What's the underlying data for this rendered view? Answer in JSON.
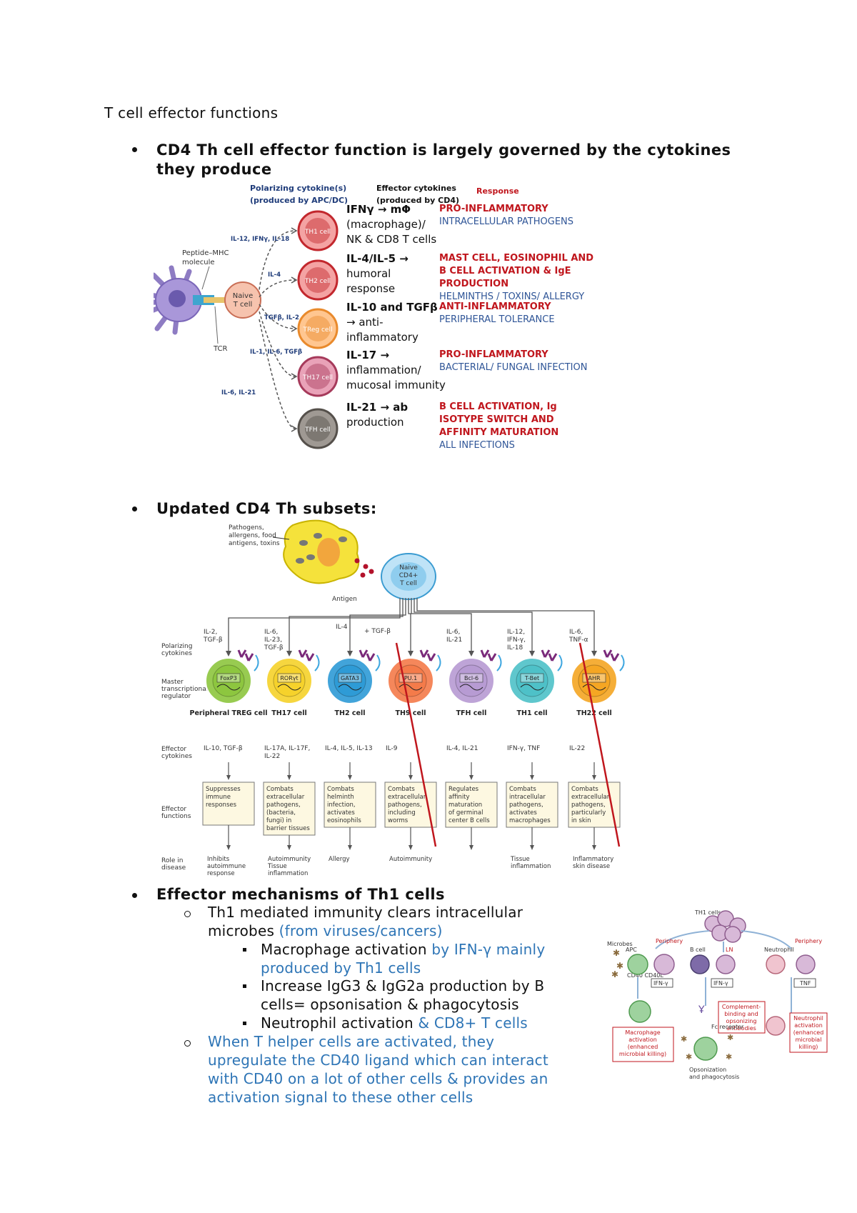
{
  "page_title": "T cell effector functions",
  "bullets": {
    "b1": "CD4 Th cell effector function is largely governed by the cytokines they produce",
    "b1_line1": "CD4 Th cell effector function is largely governed by the cytokines",
    "b1_line2": "they produce",
    "b2": "Updated CD4 Th subsets:",
    "b3": "Effector mechanisms of Th1 cells"
  },
  "th1": {
    "item1_black_l1": "Th1 mediated immunity clears intracellular",
    "item1_black_l2": "microbes ",
    "item1_blue": "(from viruses/cancers)",
    "sub1_black": "Macrophage activation ",
    "sub1_blue_l1": "by IFN-γ mainly",
    "sub1_blue_l2": "produced by Th1 cells",
    "sub2_l1": "Increase IgG3 & IgG2a production by B",
    "sub2_l2": "cells= opsonisation & phagocytosis",
    "sub3_black": "Neutrophil activation ",
    "sub3_blue": "& CD8+ T cells",
    "item2_l1": "When T helper cells are activated, they",
    "item2_l2": "upregulate the CD40 ligand which can interact",
    "item2_l3": "with CD40 on a lot of other cells & provides an",
    "item2_l4": "activation signal to these other cells"
  },
  "figure1": {
    "col_polarizing_l1": "Polarizing cytokine(s)",
    "col_polarizing_l2": "(produced by APC/DC)",
    "col_effector_l1": "Effector cytokines",
    "col_effector_l2": "(produced by CD4)",
    "col_response": "Response",
    "apc_label_l1": "Peptide–MHC",
    "apc_label_l2": "molecule",
    "tcr_label": "TCR",
    "naive_l1": "Naive",
    "naive_l2": "T cell",
    "rows": [
      {
        "cell": "TH1 cell",
        "polarizing": "IL-12, IFNγ, IL-18",
        "effector": [
          "IFNγ → mΦ",
          "(macrophage)/",
          "NK & CD8 T cells"
        ],
        "response_red": [
          "PRO-INFLAMMATORY"
        ],
        "response_blue": [
          "INTRACELLULAR PATHOGENS"
        ]
      },
      {
        "cell": "TH2 cell",
        "polarizing": "IL-4",
        "effector": [
          "IL-4/IL-5 →",
          "humoral",
          "response"
        ],
        "response_red": [
          "MAST CELL, EOSINOPHIL AND",
          "B CELL ACTIVATION & IgE",
          "PRODUCTION"
        ],
        "response_blue": [
          "HELMINTHS / TOXINS/ ALLERGY"
        ]
      },
      {
        "cell": "TReg cell",
        "polarizing": "TGFβ, IL-2",
        "effector": [
          "IL-10 and TGFβ",
          "→ anti-",
          "inflammatory"
        ],
        "response_red": [
          "ANTI-INFLAMMATORY"
        ],
        "response_blue": [
          "PERIPHERAL TOLERANCE"
        ]
      },
      {
        "cell": "TH17 cell",
        "polarizing": "IL-1, IL-6, TGFβ",
        "effector": [
          "IL-17 →",
          "inflammation/",
          "mucosal immunity"
        ],
        "response_red": [
          "PRO-INFLAMMATORY"
        ],
        "response_blue": [
          "BACTERIAL/ FUNGAL INFECTION"
        ]
      },
      {
        "cell": "TFH cell",
        "polarizing": "IL-6, IL-21",
        "effector": [
          "IL-21 → ab",
          "production"
        ],
        "response_red": [
          "B CELL ACTIVATION, Ig",
          "ISOTYPE SWITCH AND",
          "AFFINITY MATURATION"
        ],
        "response_blue": [
          "ALL INFECTIONS"
        ]
      }
    ],
    "colors": {
      "red": "#c0161d",
      "blue": "#2f5597",
      "navy": "#1f3c7a"
    }
  },
  "figure2": {
    "pathogens_l1": "Pathogens,",
    "pathogens_l2": "allergens, food",
    "pathogens_l3": "antigens, toxins",
    "antigen": "Antigen",
    "naive_l1": "Naive",
    "naive_l2": "CD4+",
    "naive_l3": "T cell",
    "row_labels": {
      "polarizing": [
        "Polarizing",
        "cytokines"
      ],
      "master": [
        "Master",
        "transcriptional",
        "regulator"
      ],
      "effector_cyt": [
        "Effector",
        "cytokines"
      ],
      "effector_fn": [
        "Effector",
        "functions"
      ],
      "role": [
        "Role in",
        "disease"
      ]
    },
    "tgf_note": "+ TGF-β",
    "il4_note": "IL-4",
    "subsets": [
      {
        "name": "Peripheral TREG cell",
        "color": "#8dc63f",
        "tf": "FoxP3",
        "polarizing": [
          "IL-2,",
          "TGF-β"
        ],
        "cytokines": [
          "IL-10, TGF-β"
        ],
        "function": [
          "Suppresses",
          "immune",
          "responses"
        ],
        "disease": [
          "Inhibits",
          "autoimmune",
          "response"
        ],
        "crossed": false
      },
      {
        "name": "TH17 cell",
        "color": "#f6d22b",
        "tf": "RORγt",
        "polarizing": [
          "IL-6,",
          "IL-23,",
          "TGF-β"
        ],
        "cytokines": [
          "IL-17A, IL-17F,",
          "IL-22"
        ],
        "function": [
          "Combats",
          "extracellular",
          "pathogens,",
          "(bacteria,",
          "fungi) in",
          "barrier tissues"
        ],
        "disease": [
          "Autoimmunity",
          "Tissue",
          "inflammation"
        ],
        "crossed": false
      },
      {
        "name": "TH2 cell",
        "color": "#2e9bd6",
        "tf": "GATA3",
        "polarizing": [],
        "cytokines": [
          "IL-4, IL-5, IL-13"
        ],
        "function": [
          "Combats",
          "helminth",
          "infection,",
          "activates",
          "eosinophils"
        ],
        "disease": [
          "Allergy"
        ],
        "crossed": false
      },
      {
        "name": "TH9 cell",
        "color": "#f47b4a",
        "tf": "PU.1",
        "polarizing": [],
        "cytokines": [
          "IL-9"
        ],
        "function": [
          "Combats",
          "extracellular",
          "pathogens,",
          "including",
          "worms"
        ],
        "disease": [
          "Autoimmunity"
        ],
        "crossed": true
      },
      {
        "name": "TFH cell",
        "color": "#b79bd3",
        "tf": "Bcl-6",
        "polarizing": [
          "IL-6,",
          "IL-21"
        ],
        "cytokines": [
          "IL-4, IL-21"
        ],
        "function": [
          "Regulates",
          "affinity",
          "maturation",
          "of germinal",
          "center B cells"
        ],
        "disease": [],
        "crossed": false
      },
      {
        "name": "TH1 cell",
        "color": "#4ec1c8",
        "tf": "T-Bet",
        "polarizing": [
          "IL-12,",
          "IFN-γ,",
          "IL-18"
        ],
        "cytokines": [
          "IFN-γ, TNF"
        ],
        "function": [
          "Combats",
          "intracellular",
          "pathogens,",
          "activates",
          "macrophages"
        ],
        "disease": [
          "Tissue",
          "inflammation"
        ],
        "crossed": false
      },
      {
        "name": "TH22 cell",
        "color": "#f5a623",
        "tf": "AHR",
        "polarizing": [
          "IL-6,",
          "TNF-α"
        ],
        "cytokines": [
          "IL-22"
        ],
        "function": [
          "Combats",
          "extracellular",
          "pathogens,",
          "particularly",
          "in skin"
        ],
        "disease": [
          "Inflammatory",
          "skin disease"
        ],
        "crossed": true
      }
    ]
  },
  "figure3": {
    "th1_cells": "TH1 cells",
    "periphery_left": "Periphery",
    "periphery_right": "Periphery",
    "ln": "LN",
    "microbes": "Microbes",
    "apc": "APC",
    "cd40_cd40l": "CD40 CD40L",
    "b_cell": "B cell",
    "neutrophil": "Neutrophil",
    "ifn1": "IFN-γ",
    "ifn2": "IFN-γ",
    "tnf": "TNF",
    "complement": [
      "Complement-",
      "binding and",
      "opsonizing",
      "antibodies"
    ],
    "macrophage": [
      "Macrophage",
      "activation",
      "(enhanced",
      "microbial killing)"
    ],
    "neutrophil_act": [
      "Neutrophil",
      "activation",
      "(enhanced",
      "microbial",
      "killing)"
    ],
    "fc_receptor": "Fc receptor",
    "opsonization": [
      "Opsonization",
      "and phagocytosis"
    ]
  }
}
